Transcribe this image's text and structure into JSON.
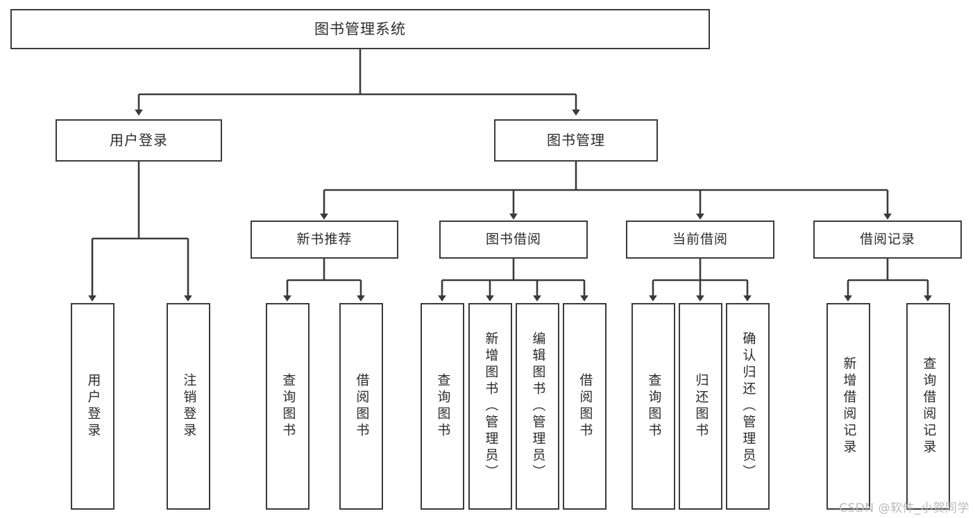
{
  "diagram": {
    "title": "图书管理系统",
    "type": "hierarchy-tree",
    "background_color": "#ffffff",
    "box_border_color": "#3a3a3a",
    "text_color": "#2b2b2b",
    "watermark": "CSDN @软件_小贺同学",
    "watermark_color": "#b9b9b9"
  },
  "nodes": {
    "root": {
      "label": "图书管理系统",
      "level": 0
    },
    "level1": [
      {
        "id": "user_login",
        "label": "用户登录"
      },
      {
        "id": "book_manage",
        "label": "图书管理"
      }
    ],
    "level2": [
      {
        "id": "new_book_rec",
        "label": "新书推荐",
        "parent": "book_manage"
      },
      {
        "id": "book_borrow",
        "label": "图书借阅",
        "parent": "book_manage"
      },
      {
        "id": "current_borrow",
        "label": "当前借阅",
        "parent": "book_manage"
      },
      {
        "id": "borrow_record",
        "label": "借阅记录",
        "parent": "book_manage"
      }
    ],
    "leaves": [
      {
        "id": "leaf_user_login",
        "label": "用户登录",
        "parent": "user_login"
      },
      {
        "id": "leaf_user_logout",
        "label": "注销登录",
        "parent": "user_login"
      },
      {
        "id": "leaf_query_book_1",
        "label": "查询图书",
        "parent": "new_book_rec"
      },
      {
        "id": "leaf_borrow_book_1",
        "label": "借阅图书",
        "parent": "new_book_rec"
      },
      {
        "id": "leaf_query_book_2",
        "label": "查询图书",
        "parent": "book_borrow"
      },
      {
        "id": "leaf_add_book",
        "label": "新增图书（管理员）",
        "parent": "book_borrow"
      },
      {
        "id": "leaf_edit_book",
        "label": "编辑图书（管理员）",
        "parent": "book_borrow"
      },
      {
        "id": "leaf_borrow_book_2",
        "label": "借阅图书",
        "parent": "book_borrow"
      },
      {
        "id": "leaf_query_book_3",
        "label": "查询图书",
        "parent": "current_borrow"
      },
      {
        "id": "leaf_return_book",
        "label": "归还图书",
        "parent": "current_borrow"
      },
      {
        "id": "leaf_confirm_return",
        "label": "确认归还（管理员）",
        "parent": "current_borrow"
      },
      {
        "id": "leaf_add_record",
        "label": "新增借阅记录",
        "parent": "borrow_record"
      },
      {
        "id": "leaf_query_record",
        "label": "查询借阅记录",
        "parent": "borrow_record"
      }
    ]
  }
}
